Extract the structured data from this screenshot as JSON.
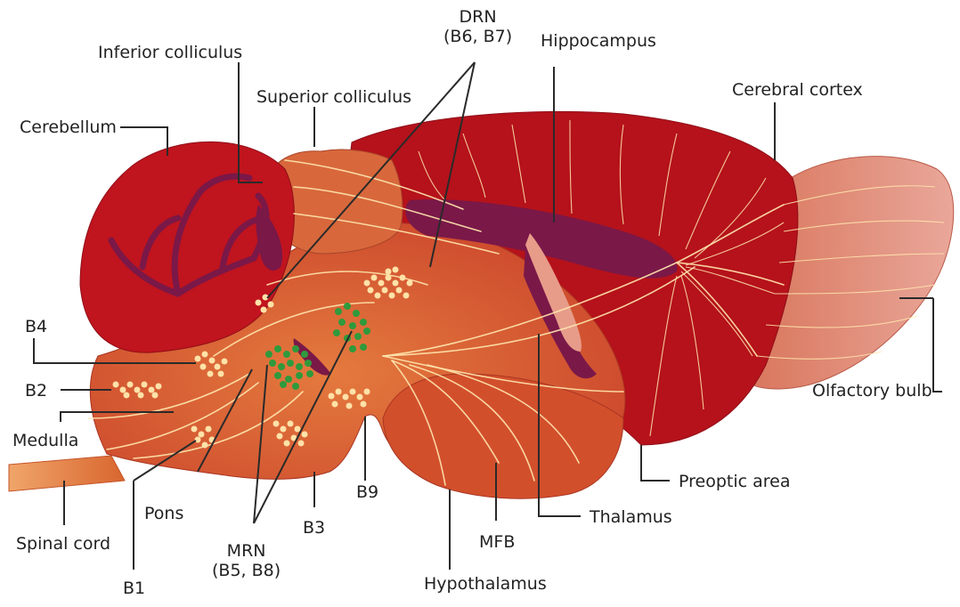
{
  "labels": {
    "inferior_colliculus": "Inferior colliculus",
    "superior_colliculus": "Superior colliculus",
    "drn_line1": "DRN",
    "drn_line2": "(B6, B7)",
    "hippocampus": "Hippocampus",
    "cerebral_cortex": "Cerebral cortex",
    "cerebellum": "Cerebellum",
    "b4": "B4",
    "b2": "B2",
    "medulla": "Medulla",
    "olfactory_bulb": "Olfactory bulb",
    "preoptic_area": "Preoptic area",
    "thalamus": "Thalamus",
    "mfb": "MFB",
    "hypothalamus": "Hypothalamus",
    "b9": "B9",
    "b3": "B3",
    "mrn_line1": "MRN",
    "mrn_line2": "(B5, B8)",
    "pons": "Pons",
    "spinal_cord": "Spinal cord",
    "b1": "B1"
  },
  "colors": {
    "cortex": "#b5121b",
    "cerebellum": "#c0141e",
    "brainstem": "#d4562c",
    "midbrain": "#d8683c",
    "olfactory_bulb": "#dc8a70",
    "spinal_cord": "#e8925a",
    "ventricle": "#7a1848",
    "fibers": "#ffe6ae",
    "serotonin_cells": "#ffe2a8",
    "mrn_cells": "#2f9a3c"
  }
}
